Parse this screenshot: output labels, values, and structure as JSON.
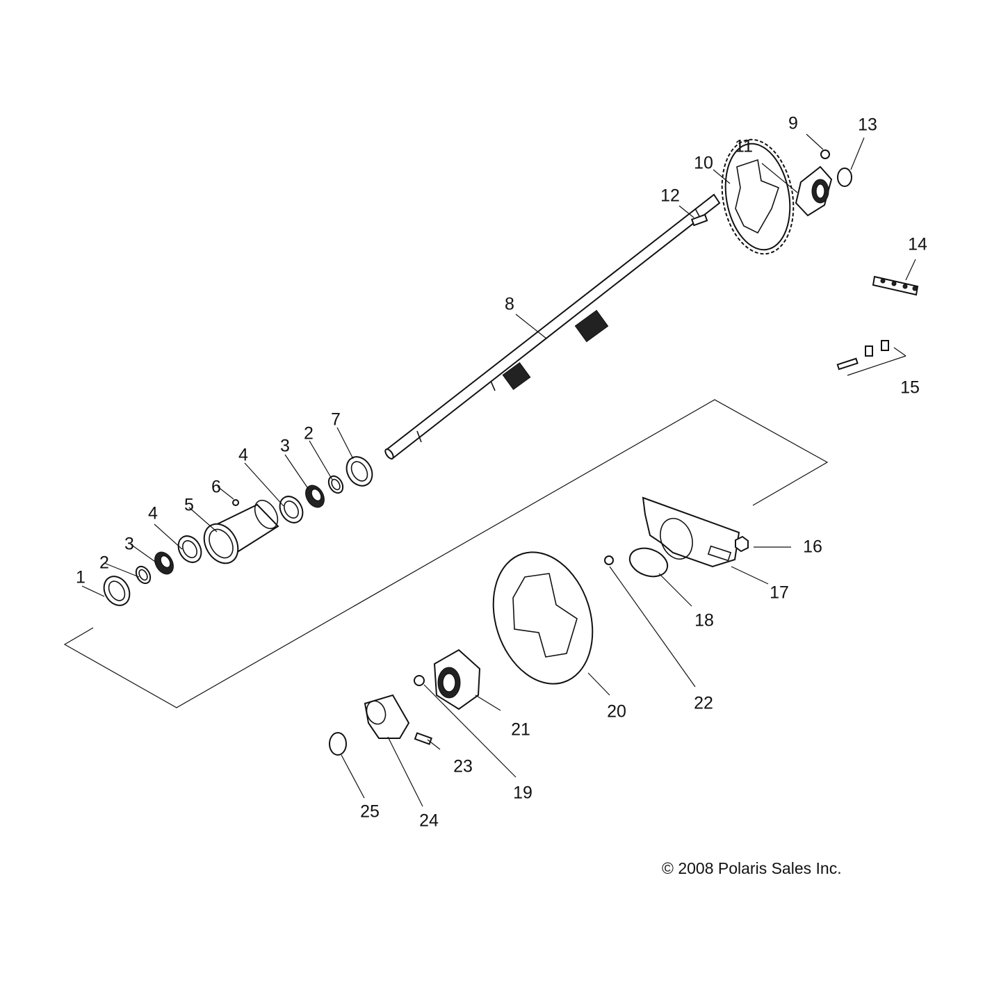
{
  "diagram": {
    "copyright": "© 2008 Polaris Sales Inc.",
    "callouts": [
      {
        "id": "c1",
        "label": "1"
      },
      {
        "id": "c2a",
        "label": "2"
      },
      {
        "id": "c3a",
        "label": "3"
      },
      {
        "id": "c4a",
        "label": "4"
      },
      {
        "id": "c5",
        "label": "5"
      },
      {
        "id": "c6",
        "label": "6"
      },
      {
        "id": "c4b",
        "label": "4"
      },
      {
        "id": "c3b",
        "label": "3"
      },
      {
        "id": "c2b",
        "label": "2"
      },
      {
        "id": "c7",
        "label": "7"
      },
      {
        "id": "c8",
        "label": "8"
      },
      {
        "id": "c9",
        "label": "9"
      },
      {
        "id": "c10",
        "label": "10"
      },
      {
        "id": "c11",
        "label": "11"
      },
      {
        "id": "c12",
        "label": "12"
      },
      {
        "id": "c13",
        "label": "13"
      },
      {
        "id": "c14",
        "label": "14"
      },
      {
        "id": "c15",
        "label": "15"
      },
      {
        "id": "c16",
        "label": "16"
      },
      {
        "id": "c17",
        "label": "17"
      },
      {
        "id": "c18",
        "label": "18"
      },
      {
        "id": "c19",
        "label": "19"
      },
      {
        "id": "c20",
        "label": "20"
      },
      {
        "id": "c21",
        "label": "21"
      },
      {
        "id": "c22",
        "label": "22"
      },
      {
        "id": "c23",
        "label": "23"
      },
      {
        "id": "c24",
        "label": "24"
      },
      {
        "id": "c25",
        "label": "25"
      }
    ]
  }
}
